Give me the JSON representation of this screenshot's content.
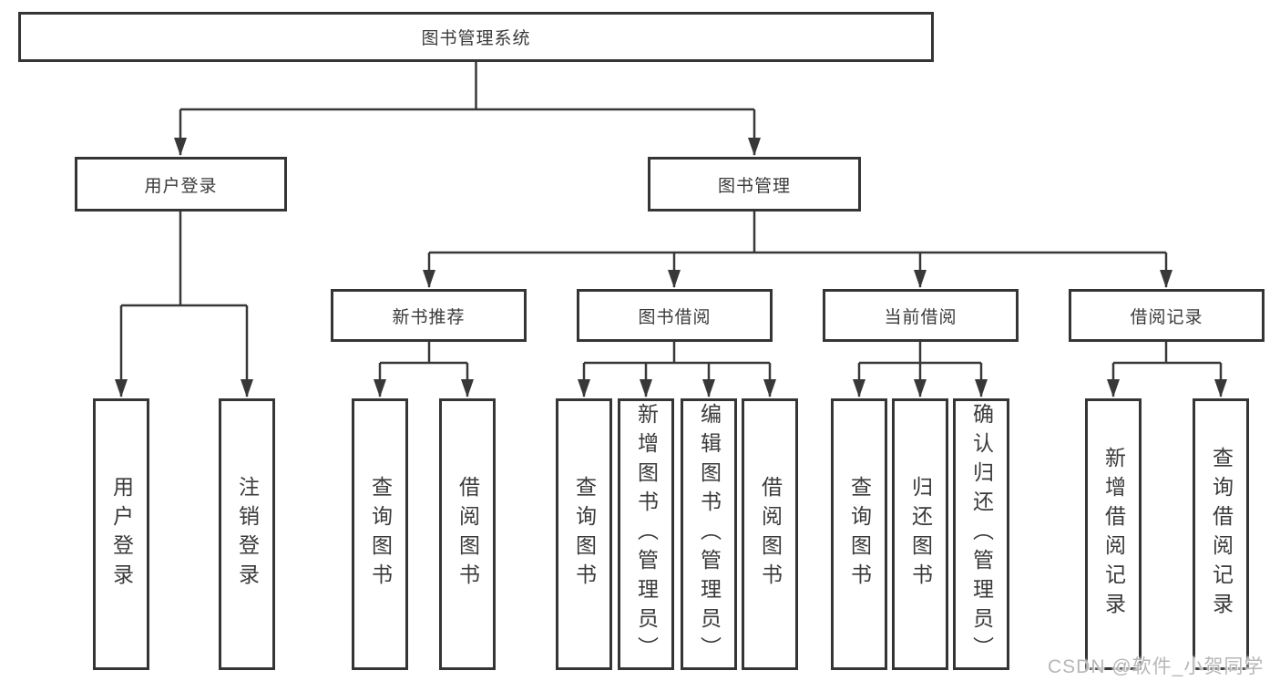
{
  "nodes": {
    "root": "图书管理系统",
    "user_login": "用户登录",
    "book_mgmt": "图书管理",
    "new_book_rec": "新书推荐",
    "book_borrow": "图书借阅",
    "current_borrow": "当前借阅",
    "borrow_records": "借阅记录",
    "leaf_user_login": "用户登录",
    "leaf_logout": "注销登录",
    "leaf_query_books_a": "查询图书",
    "leaf_borrow_books_a": "借阅图书",
    "leaf_query_books_b": "查询图书",
    "leaf_add_book_admin": "新增图书（管理员）",
    "leaf_edit_book_admin": "编辑图书（管理员）",
    "leaf_borrow_books_b": "借阅图书",
    "leaf_query_books_c": "查询图书",
    "leaf_return_book": "归还图书",
    "leaf_confirm_return_admin": "确认归还（管理员）",
    "leaf_add_borrow_record": "新增借阅记录",
    "leaf_query_borrow_record": "查询借阅记录"
  },
  "hierarchy": [
    {
      "parent": "图书管理系统",
      "children": [
        "用户登录",
        "图书管理"
      ]
    },
    {
      "parent": "用户登录",
      "children": [
        "用户登录",
        "注销登录"
      ]
    },
    {
      "parent": "图书管理",
      "children": [
        "新书推荐",
        "图书借阅",
        "当前借阅",
        "借阅记录"
      ]
    },
    {
      "parent": "新书推荐",
      "children": [
        "查询图书",
        "借阅图书"
      ]
    },
    {
      "parent": "图书借阅",
      "children": [
        "查询图书",
        "新增图书（管理员）",
        "编辑图书（管理员）",
        "借阅图书"
      ]
    },
    {
      "parent": "当前借阅",
      "children": [
        "查询图书",
        "归还图书",
        "确认归还（管理员）"
      ]
    },
    {
      "parent": "借阅记录",
      "children": [
        "新增借阅记录",
        "查询借阅记录"
      ]
    }
  ],
  "watermark": {
    "text": "CSDN @软件_小贺同学"
  },
  "colors": {
    "line": "#383838",
    "border": "#353535",
    "text": "#3a3a3a",
    "watermark": "#b7b7b7",
    "background": "#ffffff"
  }
}
